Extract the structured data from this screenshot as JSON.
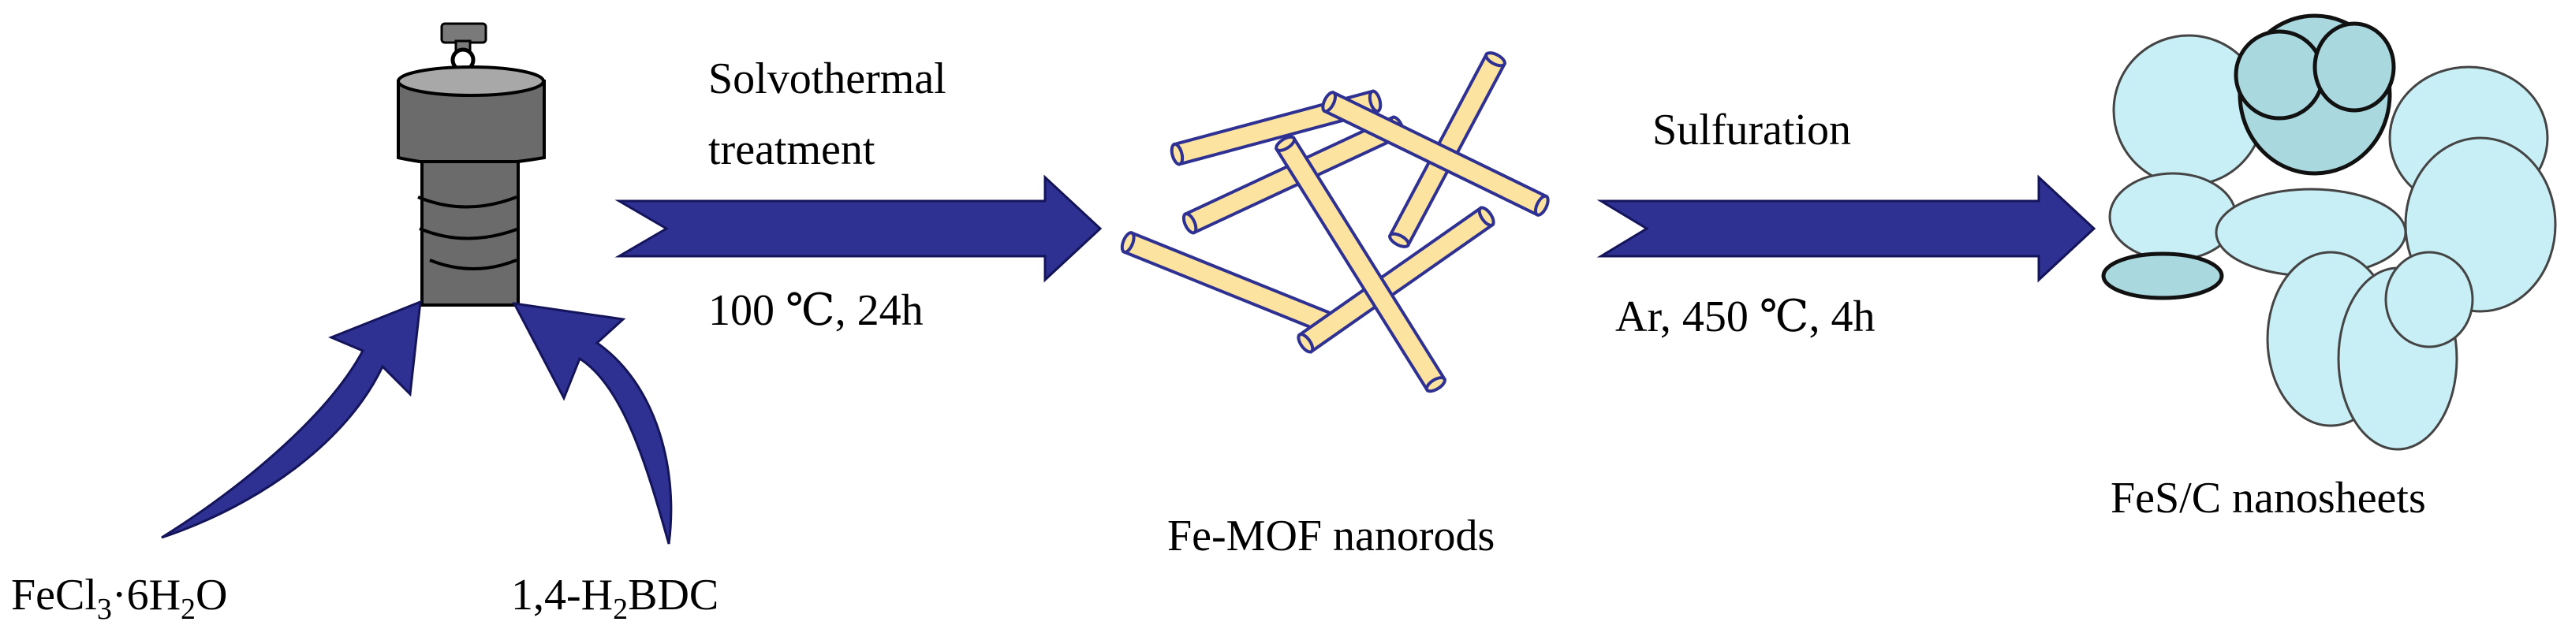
{
  "colors": {
    "arrow_fill": "#2e3192",
    "arrow_stroke": "#14145a",
    "autoclave_body": "#6b6b6b",
    "autoclave_top": "#a8a8a8",
    "rod_fill": "#fde3a0",
    "rod_stroke": "#2e3192",
    "sheet_fill": "#c9eff6",
    "sheet_fill_dark": "#a9d9df",
    "sheet_stroke": "#222222"
  },
  "icons": {
    "reactor": "autoclave-icon",
    "rods": "nanorod-icon",
    "sheets": "nanosheet-cloud-icon"
  },
  "reagents": {
    "fecl3": {
      "base": "FeCl",
      "sub1": "3",
      "dot": "·6H",
      "sub2": "2",
      "tail": "O"
    },
    "bdc": {
      "base": "1,4-H",
      "sub": "2",
      "tail": "BDC"
    }
  },
  "step1": {
    "line1": "Solvothermal",
    "line2": "treatment",
    "condition": "100 ℃, 24h"
  },
  "step2": {
    "label": "Sulfuration",
    "condition": "Ar, 450 ℃, 4h"
  },
  "products": {
    "intermediate": "Fe-MOF nanorods",
    "final": "FeS/C nanosheets"
  }
}
